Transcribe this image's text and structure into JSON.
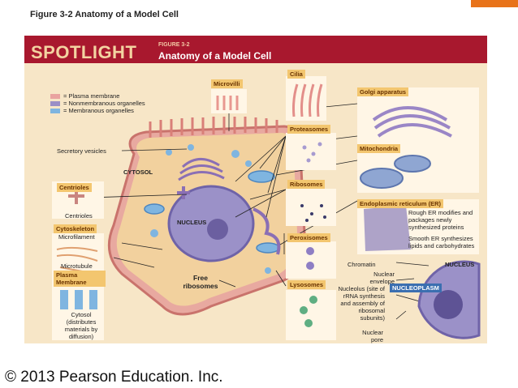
{
  "figure_title": "Figure 3-2 Anatomy of a Model Cell",
  "header": {
    "spotlight": "SPOTLIGHT",
    "figure_number": "FIGURE 3-2",
    "figure_name": "Anatomy of a Model Cell"
  },
  "legend": [
    {
      "color": "#e9a3a0",
      "label": "= Plasma membrane"
    },
    {
      "color": "#9a8fc6",
      "label": "= Nonmembranous organelles"
    },
    {
      "color": "#7fb5e0",
      "label": "= Membranous organelles"
    }
  ],
  "labels": {
    "microvilli": "Microvilli",
    "cilia": "Cilia",
    "golgi": "Golgi apparatus",
    "proteasomes": "Proteasomes",
    "mitochondria": "Mitochondria",
    "secretory_vesicles": "Secretory vesicles",
    "cytosol": "CYTOSOL",
    "ribosomes": "Ribosomes",
    "centrioles_tag": "Centrioles",
    "centrioles": "Centrioles",
    "er": "Endoplasmic reticulum (ER)",
    "rough_er": "Rough ER modifies and packages newly synthesized proteins",
    "smooth_er": "Smooth ER synthesizes lipids and carbohydrates",
    "nucleus_cell": "NUCLEUS",
    "cytoskeleton": "Cytoskeleton",
    "microfilament": "Microfilament",
    "peroxisomes": "Peroxisomes",
    "microtubule": "Microtubule",
    "plasma_membrane": "Plasma Membrane",
    "free_ribosomes": "Free ribosomes",
    "lysosomes": "Lysosomes",
    "cytosol_diffusion": "Cytosol (distributes materials by diffusion)",
    "chromatin": "Chromatin",
    "nuclear_envelope": "Nuclear envelope",
    "nucleolus": "Nucleolus (site of rRNA synthesis and assembly of ribosomal subunits)",
    "nucleoplasm": "NUCLEOPLASM",
    "nucleus_detail": "NUCLEUS",
    "nuclear_pore": "Nuclear pore"
  },
  "copyright": "© 2013 Pearson Education. Inc."
}
